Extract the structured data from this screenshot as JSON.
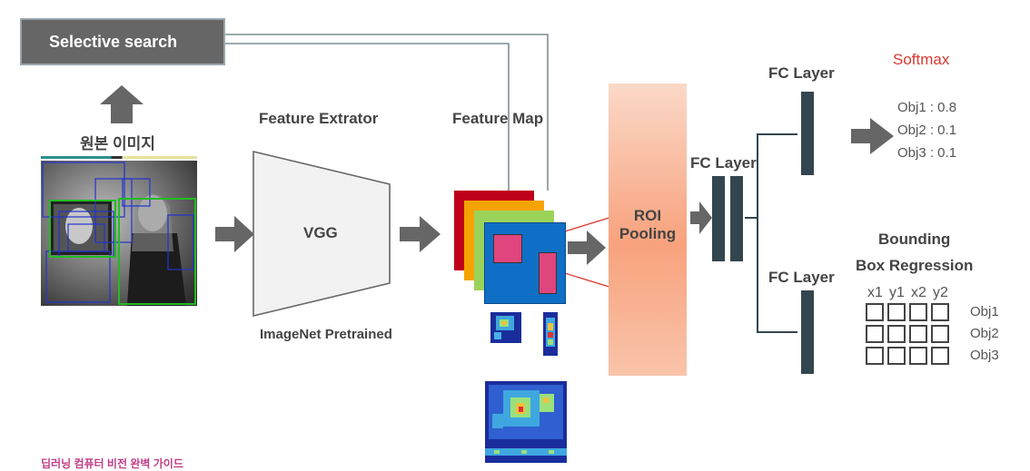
{
  "selective_search": "Selective search",
  "input_image_label": "원본 이미지",
  "feature_extractor_label": "Feature Extrator",
  "vgg_label": "VGG",
  "pretrained_label": "ImageNet Pretrained",
  "feature_map_label": "Feature Map",
  "roi_pooling_label": "ROI Pooling",
  "fc_layer_mid": "FC Layer",
  "fc_layer_top": "FC Layer",
  "fc_layer_bottom": "FC Layer",
  "softmax_label": "Softmax",
  "softmax_outputs": [
    "Obj1 : 0.8",
    "Obj2 : 0.1",
    "Obj3 : 0.1"
  ],
  "bbox_title_line1": "Bounding",
  "bbox_title_line2": "Box Regression",
  "bbox_columns": [
    "x1",
    "y1",
    "x2",
    "y2"
  ],
  "bbox_rows": [
    "Obj1",
    "Obj2",
    "Obj3"
  ],
  "footer_text": "딥러닝 컴퓨터 비전 완벽 가이드",
  "colors": {
    "selective_box": "#666666",
    "fc_block": "#33454f",
    "arrow": "#555555",
    "roi_gradient": "#f8a27d",
    "softmax": "#d9382f",
    "feature_map_layers": [
      "#c0001a",
      "#f5a300",
      "#9bd35a",
      "#0f6fc6"
    ],
    "roi_boxes": "#e0457d",
    "proposal_boxes_green": "#22bb22",
    "proposal_boxes_blue": "#2233cc"
  }
}
